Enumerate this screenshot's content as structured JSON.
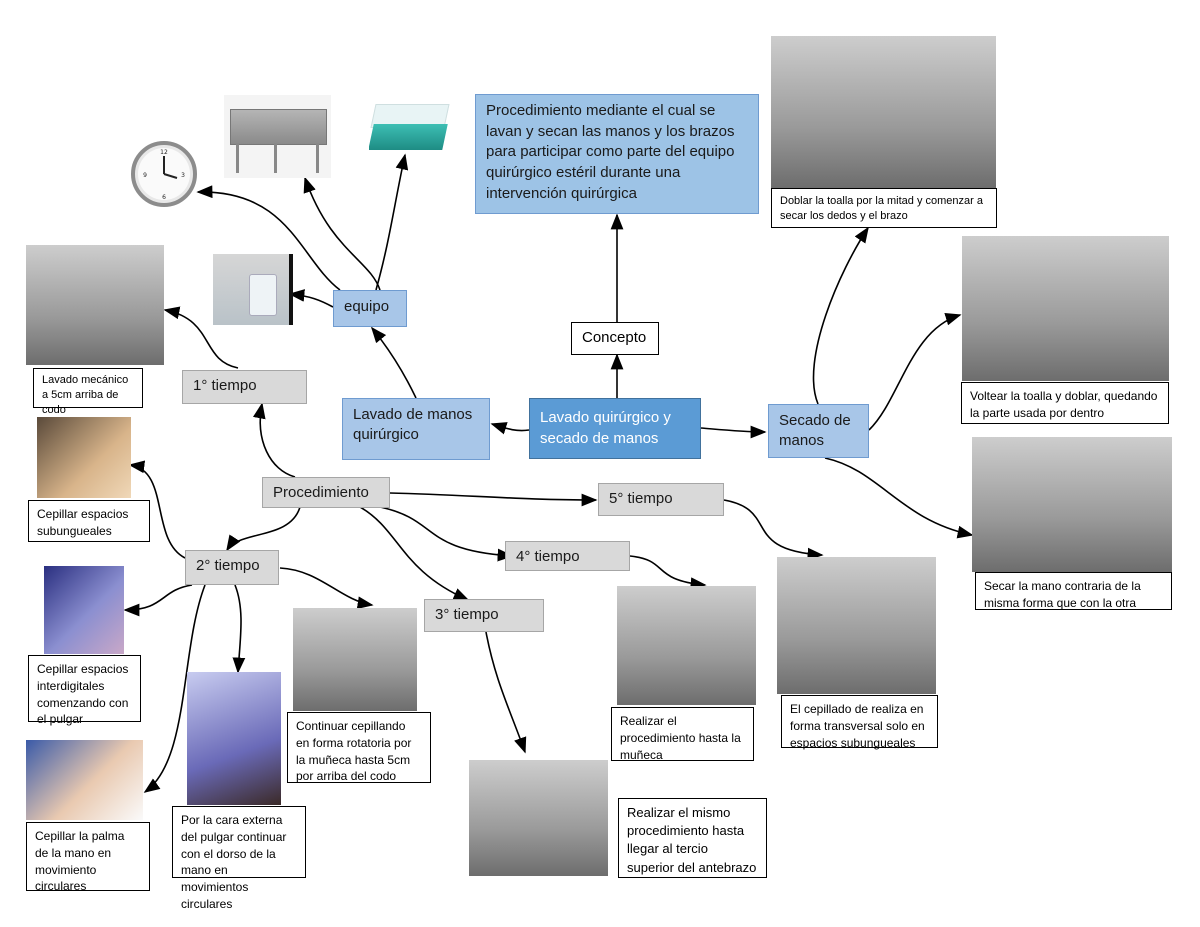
{
  "nodes": {
    "central": "Lavado quirúrgico y secado de manos",
    "concepto": "Concepto",
    "concepto_def": "Procedimiento mediante el cual se lavan y secan las manos y los brazos para participar como parte del equipo quirúrgico estéril durante una intervención quirúrgica",
    "lavado": "Lavado de manos quirúrgico",
    "equipo": "equipo",
    "secado": "Secado de manos",
    "procedimiento": "Procedimiento",
    "t1": "1° tiempo",
    "t2": "2° tiempo",
    "t3": "3° tiempo",
    "t4": "4° tiempo",
    "t5": "5° tiempo"
  },
  "notes": {
    "lavado_mecanico": "Lavado mecánico a 5cm arriba de codo",
    "subungueales": "Cepillar espacios subungueales",
    "interdigitales": "Cepillar espacios interdigitales comenzando con el pulgar",
    "palma": "Cepillar la palma de la mano en movimiento circulares",
    "dorso": "Por la cara externa del pulgar continuar con el dorso de la mano en movimientos circulares",
    "rotatoria": "Continuar cepillando en forma rotatoria por la muñeca hasta 5cm por arriba del codo",
    "antebrazo": "Realizar el mismo procedimiento hasta llegar al tercio superior del antebrazo",
    "muneca": "Realizar el procedimiento hasta la muñeca",
    "transversal": "El cepillado de realiza en forma transversal solo en espacios subungueales",
    "doblar": "Doblar la toalla por la mitad y comenzar a secar los dedos y el brazo",
    "voltear": "Voltear la toalla y doblar, quedando la parte usada por dentro",
    "secar_contraria": "Secar la mano contraria de la misma forma que con la otra"
  },
  "colors": {
    "central": "#5b9bd5",
    "blue_node": "#a8c6e8",
    "gray_node": "#d9d9d9"
  }
}
